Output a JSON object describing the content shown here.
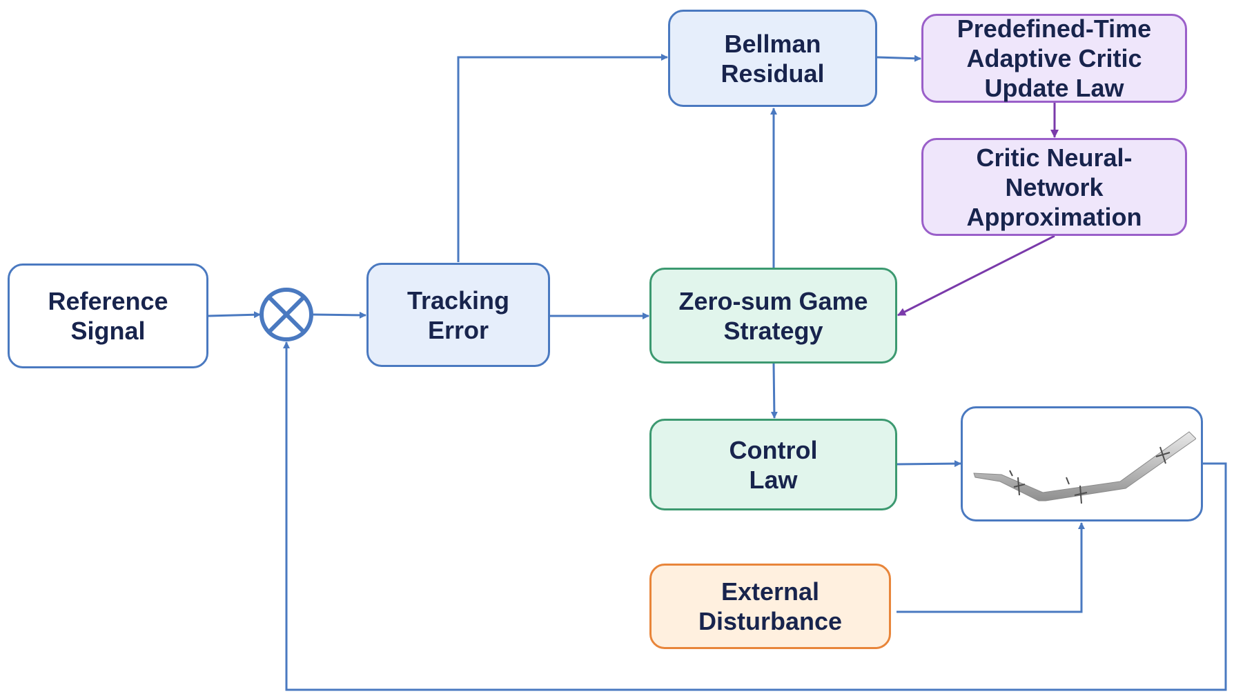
{
  "nodes": {
    "reference_signal": "Reference\nSignal",
    "tracking_error": "Tracking\nError",
    "bellman_residual": "Bellman\nResidual",
    "update_law": "Predefined-Time\nAdaptive Critic\nUpdate Law",
    "critic_nn": "Critic Neural-\nNetwork\nApproximation",
    "zero_sum_game": "Zero-sum Game\nStrategy",
    "control_law": "Control\nLaw",
    "external_disturbance": "External\nDisturbance"
  },
  "plant": {
    "icon": "aircraft-icon"
  },
  "summing_junction": {
    "icon": "summing-junction-icon"
  },
  "colors": {
    "edge_blue": "#4a79c0",
    "edge_purple": "#7a3aaa",
    "text": "#18244d",
    "blue_fill": "#e6eefb",
    "purple_fill": "#efe6fb",
    "green_fill": "#e1f5ec",
    "orange_fill": "#fff0df"
  }
}
